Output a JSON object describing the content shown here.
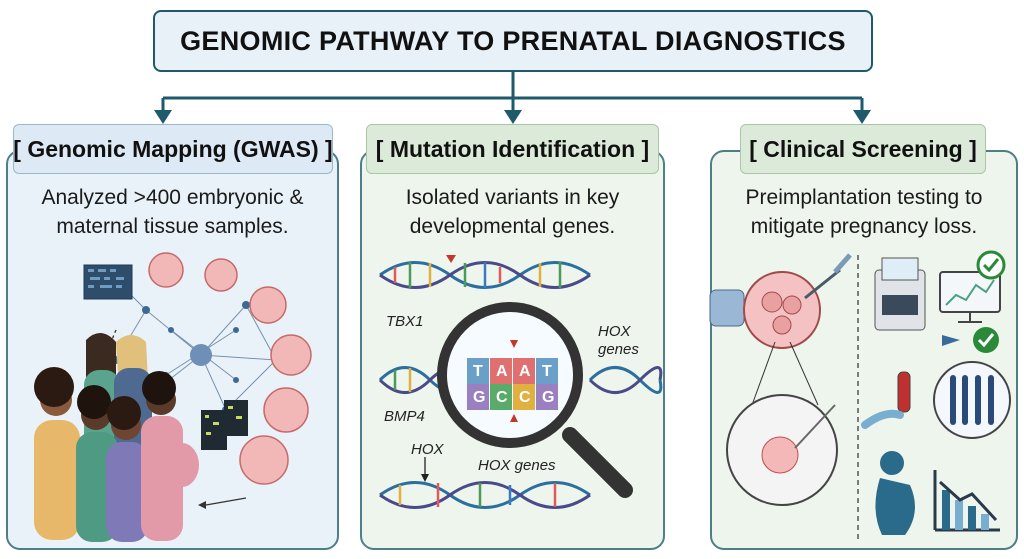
{
  "title": "GENOMIC PATHWAY TO PRENATAL DIAGNOSTICS",
  "colors": {
    "accent": "#1f5a6c",
    "panel1_bg": "#eaf2f9",
    "panel2_bg": "#edf5ec",
    "panel3_bg": "#edf5ec"
  },
  "panels": [
    {
      "heading": "[ Genomic Mapping (GWAS) ]",
      "line1": "Analyzed >400 embryonic &",
      "line2": "maternal tissue samples."
    },
    {
      "heading": "[ Mutation Identification ]",
      "line1": "Isolated variants in key",
      "line2": "developmental genes."
    },
    {
      "heading": "[ Clinical Screening ]",
      "line1": "Preimplantation testing to",
      "line2": "mitigate pregnancy loss."
    }
  ],
  "gene_labels": {
    "tbx1": "TBX1",
    "bmp4": "BMP4",
    "hox_top": "HOX",
    "hox_genes_right": "HOX genes",
    "hox_genes_bottom": "HOX genes"
  },
  "magnifier_bases": {
    "top": [
      "T",
      "A",
      "A",
      "T"
    ],
    "bottom": [
      "G",
      "C",
      "C",
      "G"
    ]
  },
  "icons": [
    "dna-helix-icon",
    "magnifier-icon",
    "embryo-icon",
    "microscope-icon",
    "sequencer-icon",
    "check-icon",
    "chromosome-icon",
    "pregnant-woman-icon",
    "declining-chart-icon"
  ]
}
